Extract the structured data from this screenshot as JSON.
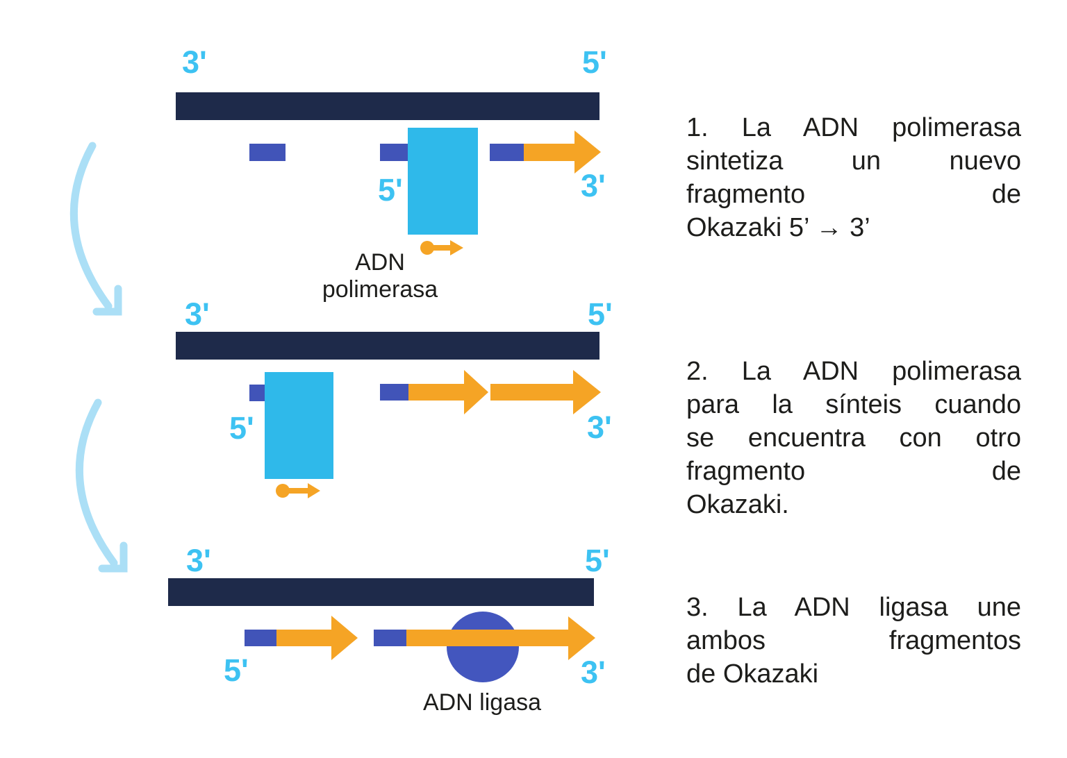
{
  "colors": {
    "template_strand": "#1E2A4A",
    "rna_primer": "#4154B8",
    "polymerase": "#2FB9EA",
    "new_dna_arrow": "#F5A425",
    "strand_end_label": "#3DC2F2",
    "ligase": "#4356BE",
    "step_curved_arrow": "#ABDFF6",
    "body_text": "#1D1D1B"
  },
  "diagram": {
    "panels": [
      {
        "top_left": "3'",
        "top_right": "5'",
        "primer_end": "5'",
        "growing_end": "3'",
        "enzyme_line1": "ADN",
        "enzyme_line2": "polimerasa"
      },
      {
        "top_left": "3'",
        "top_right": "5'",
        "primer_end": "5'",
        "growing_end": "3'"
      },
      {
        "top_left": "3'",
        "top_right": "5'",
        "left_end": "5'",
        "right_end": "3'",
        "enzyme_label": "ADN ligasa"
      }
    ]
  },
  "steps": [
    {
      "lines": [
        "1. La ADN polimerasa",
        "sintetiza un nuevo",
        "fragmento de",
        "Okazaki 5’ → 3’"
      ]
    },
    {
      "lines": [
        "2. La ADN polimerasa",
        "para la sínteis cuando",
        "se encuentra con otro",
        "fragmento de",
        "Okazaki."
      ]
    },
    {
      "lines": [
        "3. La ADN ligasa une",
        "ambos fragmentos",
        "de Okazaki"
      ]
    }
  ]
}
